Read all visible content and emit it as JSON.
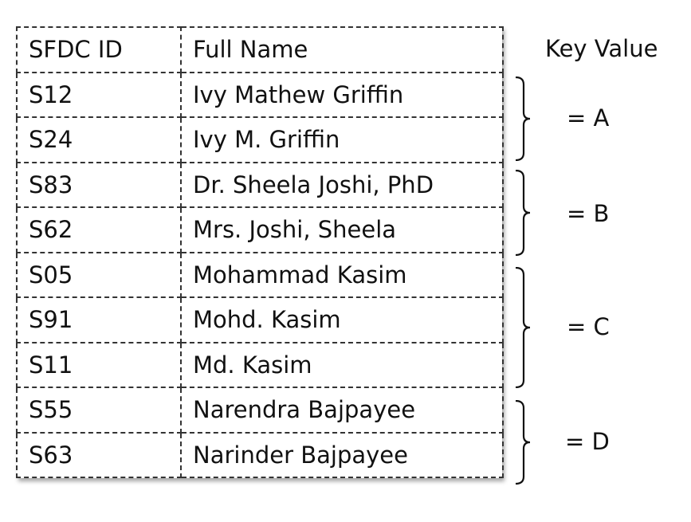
{
  "table": {
    "headers": [
      "SFDC ID",
      "Full Name"
    ],
    "rows": [
      [
        "S12",
        "Ivy Mathew Griffin"
      ],
      [
        "S24",
        "Ivy M. Griffin"
      ],
      [
        "S83",
        "Dr. Sheela Joshi, PhD"
      ],
      [
        "S62",
        "Mrs. Joshi, Sheela"
      ],
      [
        "S05",
        "Mohammad Kasim"
      ],
      [
        "S91",
        "Mohd. Kasim"
      ],
      [
        "S11",
        "Md. Kasim"
      ],
      [
        "S55",
        "Narendra Bajpayee"
      ],
      [
        "S63",
        "Narinder Bajpayee"
      ]
    ]
  },
  "key": {
    "header": "Key Value",
    "groups": [
      {
        "label": "= A",
        "rows": [
          0,
          1
        ]
      },
      {
        "label": "= B",
        "rows": [
          2,
          3
        ]
      },
      {
        "label": "= C",
        "rows": [
          4,
          5,
          6
        ]
      },
      {
        "label": "= D",
        "rows": [
          7,
          8
        ]
      }
    ]
  },
  "colors": {
    "text": "#111111",
    "border": "#333333",
    "background": "#ffffff"
  }
}
